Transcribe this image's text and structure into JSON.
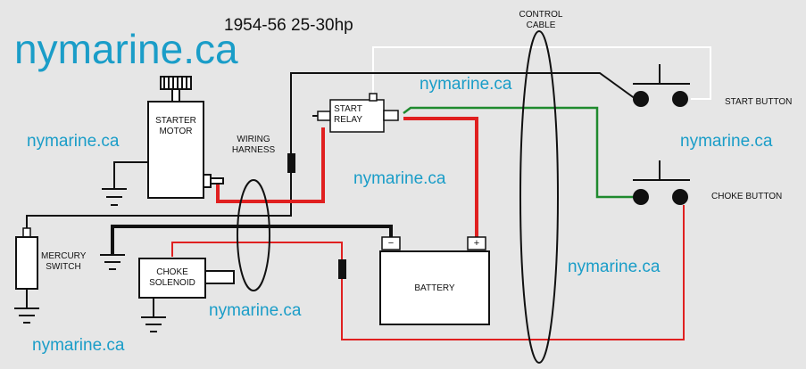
{
  "title": "1954-56 25-30hp",
  "watermark": {
    "big": "nymarine.ca",
    "small": [
      "nymarine.ca",
      "nymarine.ca",
      "nymarine.ca",
      "nymarine.ca",
      "nymarine.ca",
      "nymarine.ca",
      "nymarine.ca"
    ]
  },
  "components": {
    "starter_motor": [
      "STARTER",
      "MOTOR"
    ],
    "wiring_harness": [
      "WIRING",
      "HARNESS"
    ],
    "start_relay": [
      "START",
      "RELAY"
    ],
    "control_cable": [
      "CONTROL",
      "CABLE"
    ],
    "start_button": "START BUTTON",
    "choke_button": "CHOKE BUTTON",
    "mercury_switch": [
      "MERCURY",
      "SWITCH"
    ],
    "choke_solenoid": [
      "CHOKE",
      "SOLENOID"
    ],
    "battery": "BATTERY",
    "battery_neg": "−",
    "battery_pos": "+"
  },
  "colors": {
    "background": "#e6e6e6",
    "watermark": "#1a9dc8",
    "wire_black": "#111111",
    "wire_red": "#e02020",
    "wire_green": "#1f8a2e",
    "wire_white": "#ffffff"
  }
}
